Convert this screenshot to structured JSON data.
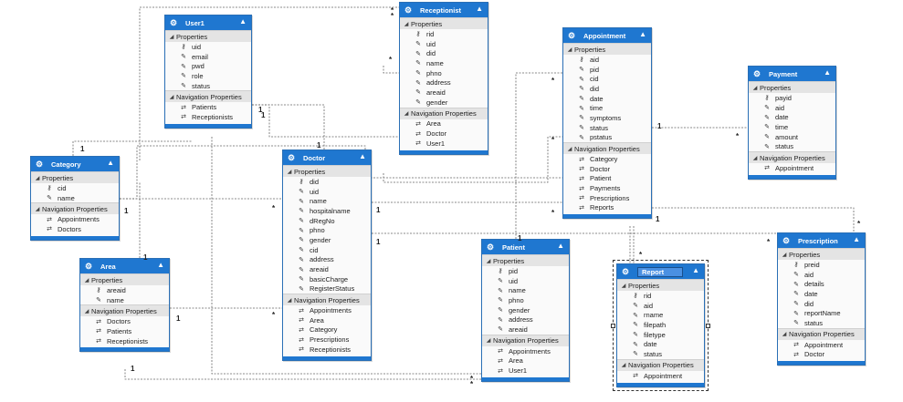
{
  "labels": {
    "properties": "Properties",
    "navigation": "Navigation Properties",
    "one": "1",
    "many": "*",
    "dots": "..."
  },
  "entities": [
    {
      "id": "user1",
      "title": "User1",
      "props": [
        {
          "n": "uid",
          "k": true
        },
        {
          "n": "email"
        },
        {
          "n": "pwd"
        },
        {
          "n": "role"
        },
        {
          "n": "status"
        }
      ],
      "nav": [
        "Patients",
        "Receptionists"
      ]
    },
    {
      "id": "receptionist",
      "title": "Receptionist",
      "props": [
        {
          "n": "rid",
          "k": true
        },
        {
          "n": "uid"
        },
        {
          "n": "did"
        },
        {
          "n": "name"
        },
        {
          "n": "phno"
        },
        {
          "n": "address"
        },
        {
          "n": "areaid"
        },
        {
          "n": "gender"
        }
      ],
      "nav": [
        "Area",
        "Doctor",
        "User1"
      ]
    },
    {
      "id": "appointment",
      "title": "Appointment",
      "props": [
        {
          "n": "aid",
          "k": true
        },
        {
          "n": "pid"
        },
        {
          "n": "cid"
        },
        {
          "n": "did"
        },
        {
          "n": "date"
        },
        {
          "n": "time"
        },
        {
          "n": "symptoms"
        },
        {
          "n": "status"
        },
        {
          "n": "pstatus"
        }
      ],
      "nav": [
        "Category",
        "Doctor",
        "Patient",
        "Payments",
        "Prescriptions",
        "Reports"
      ]
    },
    {
      "id": "payment",
      "title": "Payment",
      "props": [
        {
          "n": "payid",
          "k": true
        },
        {
          "n": "aid"
        },
        {
          "n": "date"
        },
        {
          "n": "time"
        },
        {
          "n": "amount"
        },
        {
          "n": "status"
        }
      ],
      "nav": [
        "Appointment"
      ]
    },
    {
      "id": "category",
      "title": "Category",
      "props": [
        {
          "n": "cid",
          "k": true
        },
        {
          "n": "name"
        }
      ],
      "nav": [
        "Appointments",
        "Doctors"
      ]
    },
    {
      "id": "doctor",
      "title": "Doctor",
      "props": [
        {
          "n": "did",
          "k": true
        },
        {
          "n": "uid"
        },
        {
          "n": "name"
        },
        {
          "n": "hospitalname"
        },
        {
          "n": "dRegNo"
        },
        {
          "n": "phno"
        },
        {
          "n": "gender"
        },
        {
          "n": "cid"
        },
        {
          "n": "address"
        },
        {
          "n": "areaid"
        },
        {
          "n": "basicCharge"
        },
        {
          "n": "RegisterStatus"
        }
      ],
      "nav": [
        "Appointments",
        "Area",
        "Category",
        "Prescriptions",
        "Receptionists"
      ]
    },
    {
      "id": "area",
      "title": "Area",
      "props": [
        {
          "n": "areaid",
          "k": true
        },
        {
          "n": "name"
        }
      ],
      "nav": [
        "Doctors",
        "Patients",
        "Receptionists"
      ]
    },
    {
      "id": "patient",
      "title": "Patient",
      "props": [
        {
          "n": "pid",
          "k": true
        },
        {
          "n": "uid"
        },
        {
          "n": "name"
        },
        {
          "n": "phno"
        },
        {
          "n": "gender"
        },
        {
          "n": "address"
        },
        {
          "n": "areaid"
        }
      ],
      "nav": [
        "Appointments",
        "Area",
        "User1"
      ]
    },
    {
      "id": "report",
      "title": "Report",
      "selected": true,
      "props": [
        {
          "n": "rid",
          "k": true
        },
        {
          "n": "aid"
        },
        {
          "n": "rname"
        },
        {
          "n": "filepath"
        },
        {
          "n": "filetype"
        },
        {
          "n": "date"
        },
        {
          "n": "status"
        }
      ],
      "nav": [
        "Appointment"
      ]
    },
    {
      "id": "prescription",
      "title": "Prescription",
      "props": [
        {
          "n": "preid",
          "k": true
        },
        {
          "n": "aid"
        },
        {
          "n": "details"
        },
        {
          "n": "date"
        },
        {
          "n": "did"
        },
        {
          "n": "reportName"
        },
        {
          "n": "status"
        }
      ],
      "nav": [
        "Appointment",
        "Doctor"
      ]
    }
  ]
}
